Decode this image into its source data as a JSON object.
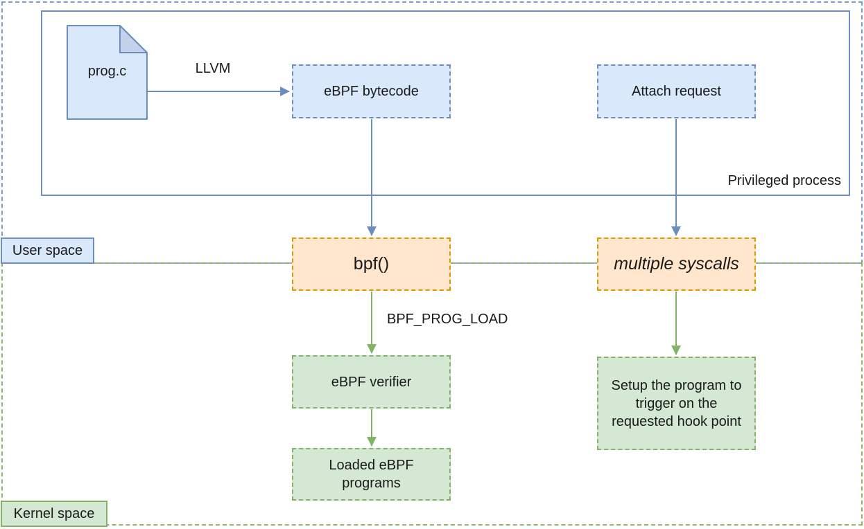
{
  "diagram": {
    "regions": {
      "user_space": {
        "label": "User space"
      },
      "kernel_space": {
        "label": "Kernel space"
      },
      "privileged_process": {
        "label": "Privileged process"
      }
    },
    "nodes": {
      "prog_c": {
        "label": "prog.c",
        "shape": "document"
      },
      "ebpf_bytecode": {
        "label": "eBPF bytecode"
      },
      "attach_request": {
        "label": "Attach request"
      },
      "bpf_call": {
        "label": "bpf()"
      },
      "multiple_syscalls": {
        "label": "multiple syscalls"
      },
      "ebpf_verifier": {
        "label": "eBPF verifier"
      },
      "loaded_programs": {
        "label": "Loaded eBPF programs"
      },
      "setup_hook": {
        "label": "Setup the program to trigger on the requested hook point"
      }
    },
    "edge_labels": {
      "llvm": "LLVM",
      "bpf_prog_load": "BPF_PROG_LOAD"
    },
    "colors": {
      "blue_fill": "#dae8fc",
      "blue_stroke": "#6c8ebf",
      "orange_fill": "#ffe6cc",
      "orange_stroke": "#d79b00",
      "green_fill": "#d5e8d4",
      "green_stroke": "#82b366",
      "arrow_blue": "#6c8ebf",
      "arrow_green": "#82b366",
      "user_border": "#7e9cc8",
      "kernel_border": "#8cb56d"
    }
  }
}
